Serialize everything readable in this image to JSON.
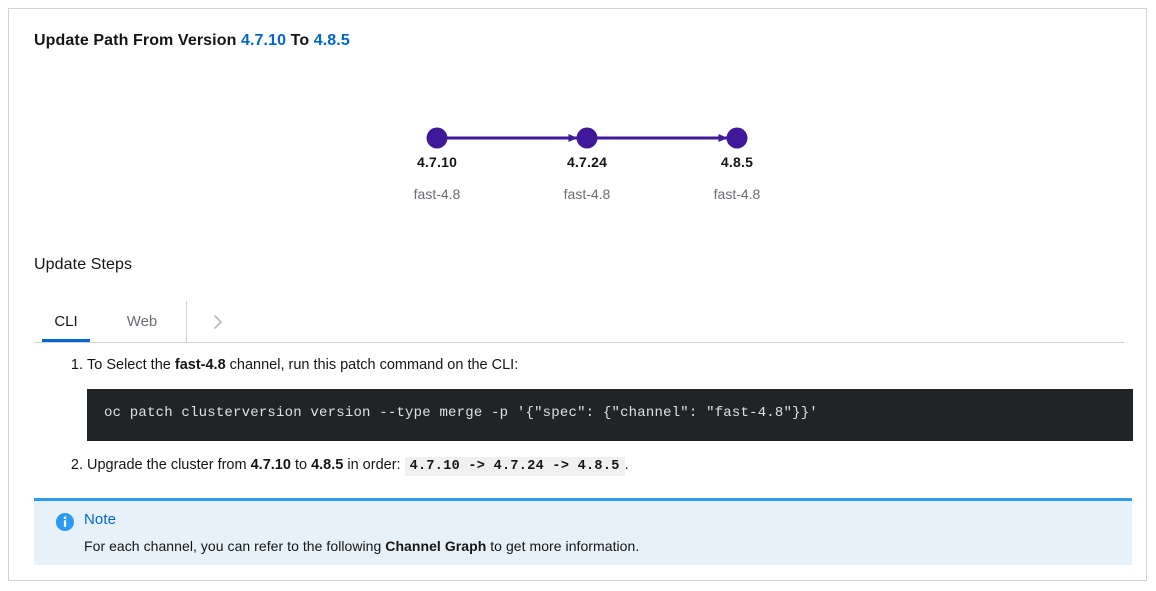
{
  "heading": {
    "prefix": "Update Path From Version",
    "from_version": "4.7.10",
    "conjunction": "To",
    "to_version": "4.8.5"
  },
  "graph": {
    "nodes": [
      {
        "version": "4.7.10",
        "channel": "fast-4.8"
      },
      {
        "version": "4.7.24",
        "channel": "fast-4.8"
      },
      {
        "version": "4.8.5",
        "channel": "fast-4.8"
      }
    ],
    "node_color": "#40199a",
    "edge_color": "#40199a"
  },
  "section": {
    "title": "Update Steps"
  },
  "tabs": {
    "items": [
      {
        "label": "CLI",
        "active": true
      },
      {
        "label": "Web",
        "active": false
      }
    ],
    "scroll_icon": "chevron-right-icon",
    "active_underline_color": "#0066cc"
  },
  "steps": {
    "step1": {
      "marker": "1.",
      "text_before": "To Select the ",
      "channel": "fast-4.8",
      "text_after": " channel, run this patch command on the CLI:",
      "command": "oc patch clusterversion version --type merge -p '{\"spec\": {\"channel\": \"fast-4.8\"}}'"
    },
    "step2": {
      "marker": "2.",
      "text_before": "Upgrade the cluster from ",
      "from_version": "4.7.10",
      "text_middle": " to ",
      "to_version": "4.8.5",
      "text_after": " in order: ",
      "order_code": "4.7.10 -> 4.7.24 -> 4.8.5",
      "text_end": "."
    }
  },
  "alert": {
    "icon": "info-circle-icon",
    "title": "Note",
    "body_before": "For each channel, you can refer to the following ",
    "body_link": "Channel Graph",
    "body_after": " to get more information.",
    "accent_color": "#2b9af3",
    "background_color": "#e7f1fa"
  }
}
